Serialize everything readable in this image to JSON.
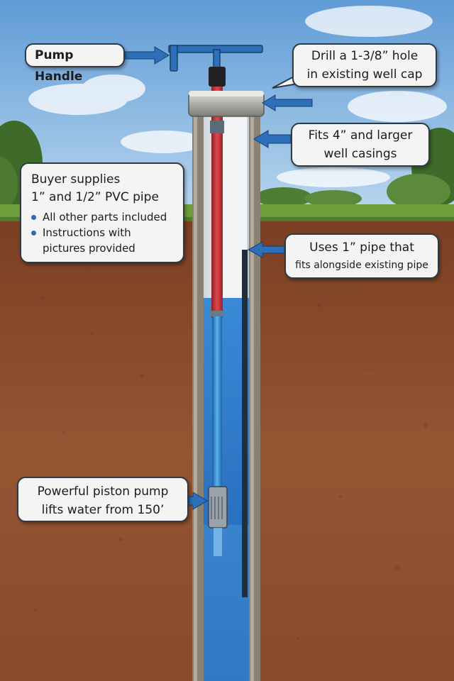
{
  "callouts": {
    "pump_handle": "Pump Handle",
    "drill_hole": [
      "Drill a 1-3/8” hole",
      "in existing well cap"
    ],
    "fits_casings": [
      "Fits 4” and larger",
      "well casings"
    ],
    "buyer": {
      "lines": [
        "Buyer supplies",
        "1” and 1/2” PVC pipe"
      ],
      "bullets": [
        "All other parts included",
        "Instructions with pictures provided"
      ]
    },
    "uses_pipe": [
      "Uses 1” pipe that",
      "fits alongside existing pipe"
    ],
    "piston": [
      "Powerful piston pump",
      "lifts water from 150’"
    ]
  },
  "colors": {
    "sky": "#7fb2e2",
    "soil": "#8a4a2c",
    "water": "#2f78c4",
    "red_rod": "#c8343a",
    "arrow": "#2d6fb8"
  }
}
